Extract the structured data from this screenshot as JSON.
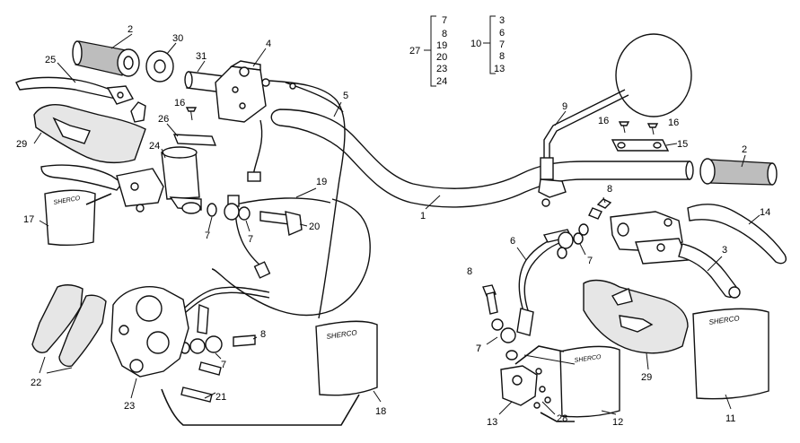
{
  "callouts": [
    "1",
    "2",
    "2",
    "3",
    "4",
    "5",
    "6",
    "7",
    "7",
    "7",
    "7",
    "7",
    "7",
    "8",
    "8",
    "8",
    "9",
    "11",
    "12",
    "13",
    "14",
    "15",
    "16",
    "16",
    "16",
    "17",
    "18",
    "19",
    "20",
    "21",
    "22",
    "23",
    "24",
    "25",
    "26",
    "28",
    "29",
    "29",
    "30",
    "31"
  ],
  "kit_27": {
    "label": "27",
    "items": [
      "7",
      "8",
      "19",
      "20",
      "23",
      "24"
    ]
  },
  "kit_10": {
    "label": "10",
    "items": [
      "3",
      "6",
      "7",
      "8",
      "13"
    ]
  },
  "pouch_brand": "SHERCO"
}
